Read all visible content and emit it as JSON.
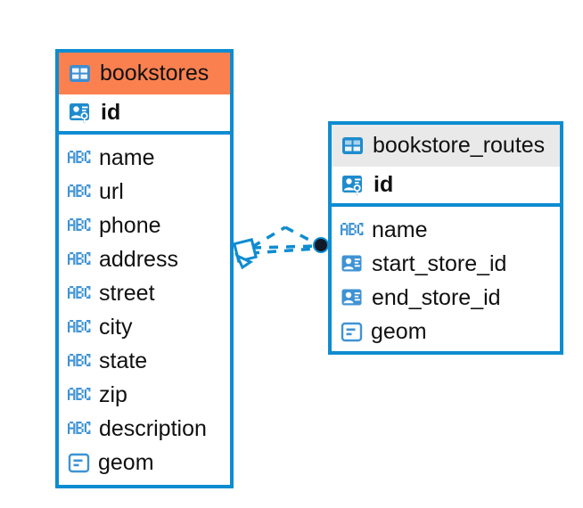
{
  "diagram": {
    "type": "entity-relationship-diagram",
    "background": "#ffffff",
    "accent_blue": "#0e8cd1",
    "accent_orange": "#fb8050",
    "accent_gray": "#e9e9e9",
    "text_color": "#101010"
  },
  "tables": [
    {
      "name": "bookstores",
      "title": "bookstores",
      "header_color": "#fb8050",
      "header_icon": "table-icon",
      "primary_key": {
        "label": "id",
        "icon": "primary-key-icon"
      },
      "fields": [
        {
          "label": "name",
          "icon": "text-type-icon"
        },
        {
          "label": "url",
          "icon": "text-type-icon"
        },
        {
          "label": "phone",
          "icon": "text-type-icon"
        },
        {
          "label": "address",
          "icon": "text-type-icon"
        },
        {
          "label": "street",
          "icon": "text-type-icon"
        },
        {
          "label": "city",
          "icon": "text-type-icon"
        },
        {
          "label": "state",
          "icon": "text-type-icon"
        },
        {
          "label": "zip",
          "icon": "text-type-icon"
        },
        {
          "label": "description",
          "icon": "text-type-icon"
        },
        {
          "label": "geom",
          "icon": "geometry-type-icon"
        }
      ]
    },
    {
      "name": "bookstore_routes",
      "title": "bookstore_routes",
      "header_color": "#e9e9e9",
      "header_icon": "table-icon",
      "primary_key": {
        "label": "id",
        "icon": "primary-key-icon"
      },
      "fields": [
        {
          "label": "name",
          "icon": "text-type-icon"
        },
        {
          "label": "start_store_id",
          "icon": "foreign-key-icon"
        },
        {
          "label": "end_store_id",
          "icon": "foreign-key-icon"
        },
        {
          "label": "geom",
          "icon": "geometry-type-icon"
        }
      ]
    }
  ],
  "relationship": {
    "name": "bookstores-to-bookstore-routes",
    "line_style": "dashed",
    "line_color": "#0e8cd1",
    "source_endpoint": "diamond-endpoint",
    "target_endpoint": "filled-circle-endpoint"
  }
}
